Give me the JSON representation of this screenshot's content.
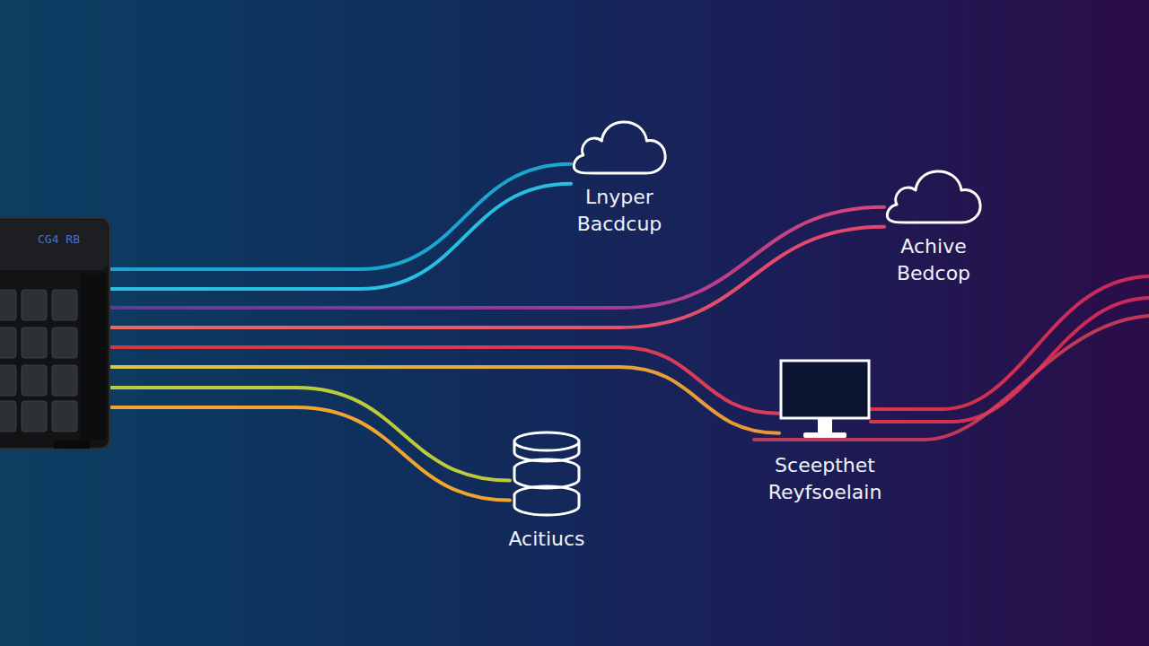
{
  "diagram": {
    "nodes": [
      {
        "text": [
          "CG4 RB"
        ]
      },
      {
        "text": [
          "Lnyper Bacdcup"
        ]
      },
      {
        "text": [
          "Achive Bedcop"
        ]
      },
      {
        "text": [
          "Sceepthet Reyfsoelain"
        ]
      },
      {
        "text": [
          "Acitiucs"
        ]
      }
    ],
    "edges": [
      {
        "from": 0,
        "to": 1,
        "arrow": "none"
      },
      {
        "from": 0,
        "to": 2,
        "arrow": "none"
      },
      {
        "from": 0,
        "to": 3,
        "arrow": "none"
      },
      {
        "from": 0,
        "to": 4,
        "arrow": "none"
      }
    ]
  }
}
